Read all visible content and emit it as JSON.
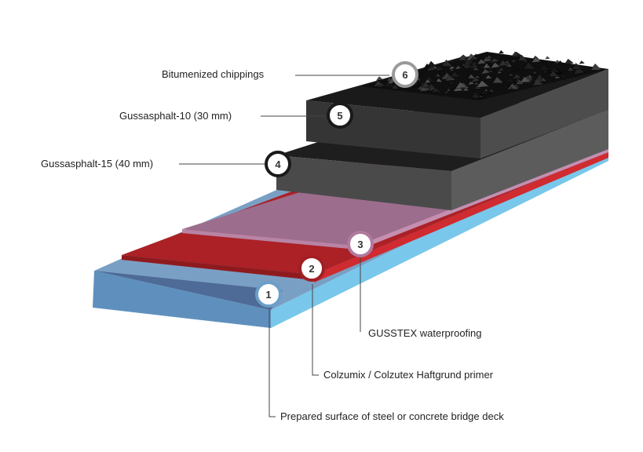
{
  "layers": [
    {
      "number": "1",
      "label": "Prepared surface of steel or concrete bridge deck",
      "color": "#6b9ec8"
    },
    {
      "number": "2",
      "label": "Colzumix / Colzutex Haftgrund primer",
      "color": "#b01e24"
    },
    {
      "number": "3",
      "label": "GUSSTEX waterproofing",
      "color": "#9b6c8e"
    },
    {
      "number": "4",
      "label": "Gussasphalt-15 (40 mm)",
      "color": "#444444"
    },
    {
      "number": "5",
      "label": "Gussasphalt-10 (30 mm)",
      "color": "#2a2a2a"
    },
    {
      "number": "6",
      "label": "Bitumenized chippings",
      "color": "#111111"
    }
  ]
}
